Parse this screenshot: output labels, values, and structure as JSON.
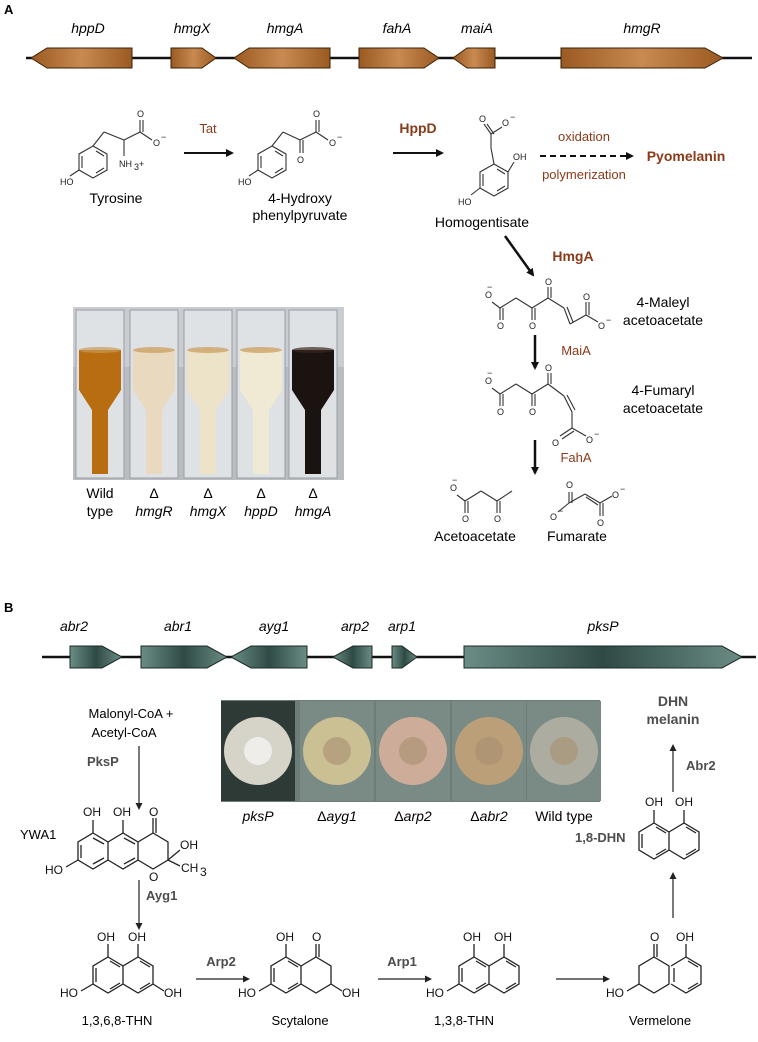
{
  "panel_a": {
    "label": "A",
    "genes": [
      "hppD",
      "hmgX",
      "hmgA",
      "fahA",
      "maiA",
      "hmgR"
    ],
    "compounds": {
      "tyrosine": "Tyrosine",
      "hpp_line1": "4-Hydroxy",
      "hpp_line2": "phenylpyruvate",
      "homogentisate": "Homogentisate",
      "maleyl_line1": "4-Maleyl",
      "maleyl_line2": "acetoacetate",
      "fumaryl_line1": "4-Fumaryl",
      "fumaryl_line2": "acetoacetate",
      "acetoacetate": "Acetoacetate",
      "fumarate": "Fumarate",
      "pyomelanin": "Pyomelanin"
    },
    "enzymes": {
      "tat": "Tat",
      "hppd": "HppD",
      "hmga": "HmgA",
      "maia": "MaiA",
      "faha": "FahA",
      "oxidation": "oxidation",
      "polymerization": "polymerization"
    },
    "cuvette_labels": [
      {
        "line1": "Wild",
        "line2": "type"
      },
      {
        "line1": "Δ",
        "line2": "hmgR"
      },
      {
        "line1": "Δ",
        "line2": "hmgX"
      },
      {
        "line1": "Δ",
        "line2": "hppD"
      },
      {
        "line1": "Δ",
        "line2": "hmgA"
      }
    ],
    "cuvette_colors": [
      "#b86d10",
      "#e8d9bf",
      "#ece3c8",
      "#f0ead4",
      "#1a1310"
    ]
  },
  "panel_b": {
    "label": "B",
    "genes": [
      "abr2",
      "abr1",
      "ayg1",
      "arp2",
      "arp1",
      "pksP"
    ],
    "colony_labels": [
      {
        "prefix": "",
        "name": "pksP"
      },
      {
        "prefix": "Δ",
        "name": "ayg1"
      },
      {
        "prefix": "Δ",
        "name": "arp2"
      },
      {
        "prefix": "Δ",
        "name": "abr2"
      },
      {
        "prefix": "",
        "name": "Wild type"
      }
    ],
    "colony_colors": [
      "#f3efe2",
      "#d9c896",
      "#dcb29c",
      "#c6a275",
      "#b6b2a6"
    ],
    "compounds": {
      "malonyl": "Malonyl-CoA +",
      "acetyl": "Acetyl-CoA",
      "ywa1": "YWA1",
      "thn1368": "1,3,6,8-THN",
      "scytalone": "Scytalone",
      "thn138": "1,3,8-THN",
      "vermelone": "Vermelone",
      "dhn18": "1,8-DHN",
      "dhn_line1": "DHN",
      "dhn_line2": "melanin"
    },
    "enzymes": {
      "pksp": "PksP",
      "ayg1": "Ayg1",
      "arp2": "Arp2",
      "arp1": "Arp1",
      "abr2": "Abr2"
    }
  }
}
